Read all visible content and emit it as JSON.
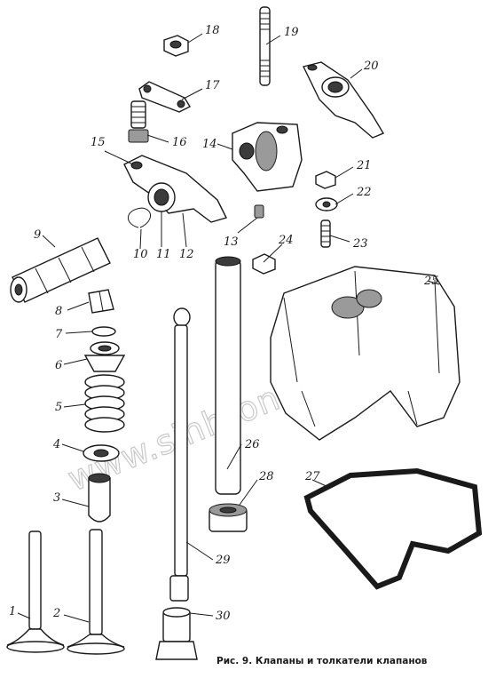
{
  "caption": "Рис. 9. Клапаны и толкатели клапанов",
  "watermark": "www.sinhron-avto.kz",
  "labels": [
    "1",
    "2",
    "3",
    "4",
    "5",
    "6",
    "7",
    "8",
    "9",
    "10",
    "11",
    "12",
    "13",
    "14",
    "15",
    "16",
    "17",
    "18",
    "19",
    "20",
    "21",
    "22",
    "23",
    "24",
    "25",
    "26",
    "27",
    "28",
    "29",
    "30"
  ],
  "colors": {
    "ink": "#1a1a1a",
    "shade": "#9a9a9a",
    "watermark": "#c8c8c8"
  }
}
